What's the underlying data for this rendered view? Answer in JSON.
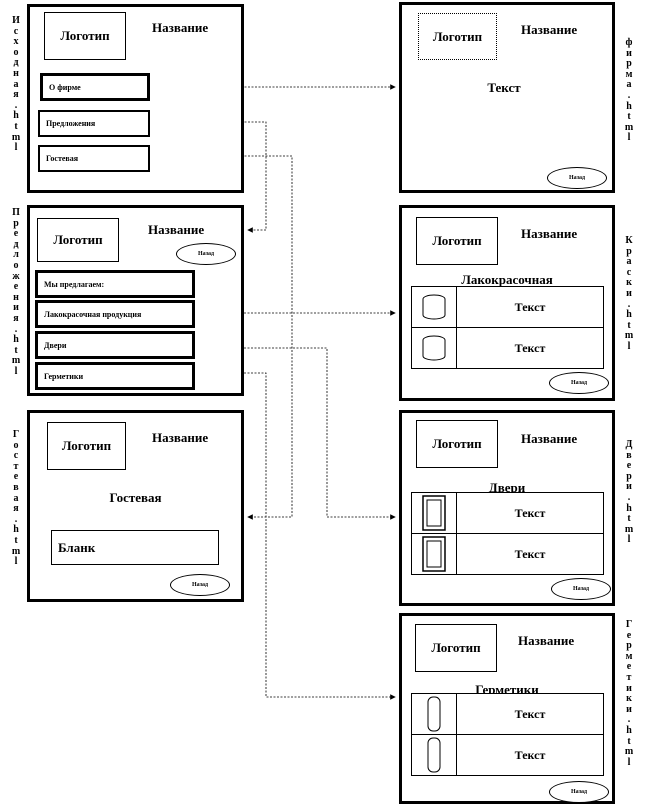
{
  "logo_label": "Логотип",
  "name_label": "Название",
  "back_label": "Назад",
  "text_label": "Текст",
  "pages": {
    "index": {
      "file_label": "Исходная.html",
      "menu": [
        "О фирме",
        "Предложения",
        "Гостевая"
      ]
    },
    "offers": {
      "file_label": "Предложения.html",
      "menu": [
        "Мы предлагаем:",
        "Лакокрасочная продукция",
        "Двери",
        "Герметики"
      ]
    },
    "guest": {
      "file_label": "Гостевая.html",
      "heading": "Гостевая",
      "form_label": "Бланк"
    },
    "firm": {
      "file_label": "фирма.html",
      "body_text": "Текст"
    },
    "paints": {
      "file_label": "Краски.html",
      "heading": "Лакокрасочная"
    },
    "doors": {
      "file_label": "Двери.html",
      "heading": "Двери"
    },
    "sealants": {
      "file_label": "Герметики.html",
      "heading": "Герметики"
    }
  }
}
